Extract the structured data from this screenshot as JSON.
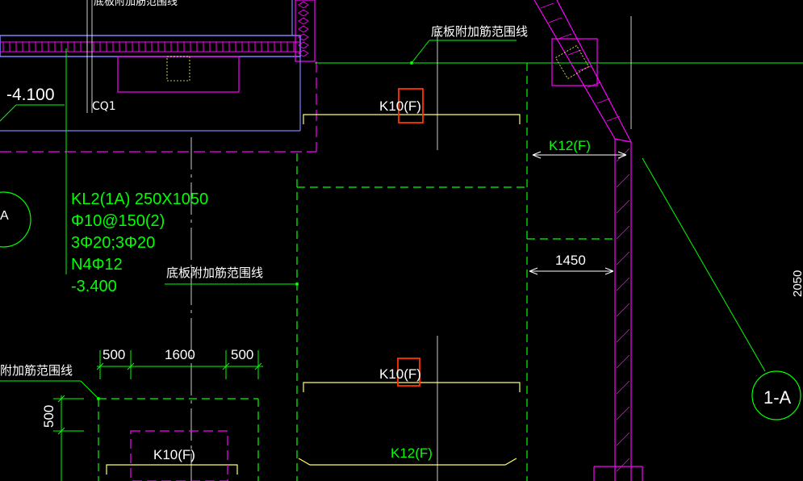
{
  "colors": {
    "background": "#000000",
    "green": "#00ff00",
    "magenta": "#ff00ff",
    "yellow": "#ffff66",
    "white": "#ffffff",
    "red_box": "#ff3300",
    "purple": "#8080ff"
  },
  "labels": {
    "top_cut": "底板附加筋范围线",
    "cq1": "CQ1",
    "elev_minus_4100": "-4.100",
    "range_line_top": "底板附加筋范围线",
    "range_line_mid": "底板附加筋范围线",
    "range_line_left": "附加筋范围线",
    "beam_line1": "KL2(1A) 250X1050",
    "beam_line2": "Φ10@150(2)",
    "beam_line3": "3Φ20;3Φ20",
    "beam_line4": "N4Φ12",
    "beam_line5": "-3.400",
    "k10_upper": "K10(F)",
    "k10_mid": "K10(F)",
    "k10_lower_left": "K10(F)",
    "k12_right": "K12(F)",
    "k12_bottom": "K12(F)",
    "dim_1450": "1450",
    "dim_500_left": "500",
    "dim_1600": "1600",
    "dim_500_right": "500",
    "dim_500_vertical": "500",
    "dim_2050": "2050",
    "section_1a": "1-A",
    "section_a_partial": "A"
  }
}
